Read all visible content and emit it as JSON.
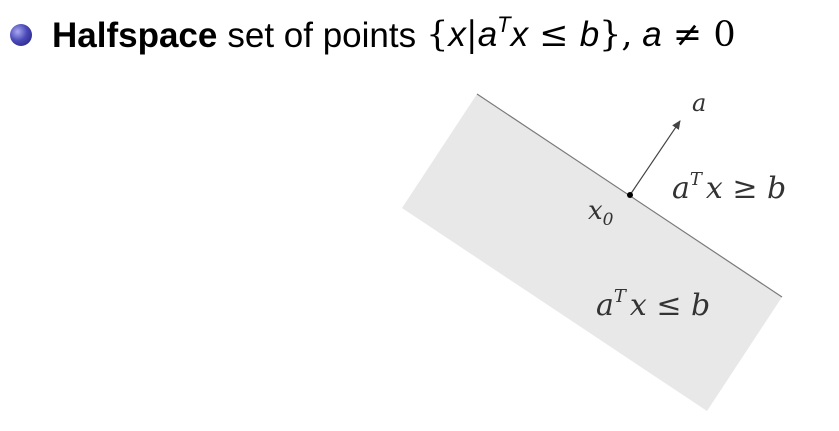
{
  "heading": {
    "term": "Halfspace",
    "description": "set of points",
    "set_open": "{",
    "set_var": "x",
    "set_bar": "|",
    "set_a": "a",
    "set_sup": "T",
    "set_x": "x",
    "set_leq": " ≤ ",
    "set_b": "b",
    "set_close": "},",
    "cond_a": " a",
    "cond_neq": " ≠ 0"
  },
  "diagram": {
    "vector_label": "a",
    "point_label_main": "x",
    "point_label_sub": "0",
    "region_above": {
      "a": "a",
      "sup": "T",
      "rest": "x ≥ b"
    },
    "region_below": {
      "a": "a",
      "sup": "T",
      "rest": "x ≤ b"
    },
    "colors": {
      "halfspace_fill": "#e8e8e8",
      "boundary": "#7a7a7a",
      "vector": "#444444",
      "bullet": "#3b3ba0"
    }
  }
}
